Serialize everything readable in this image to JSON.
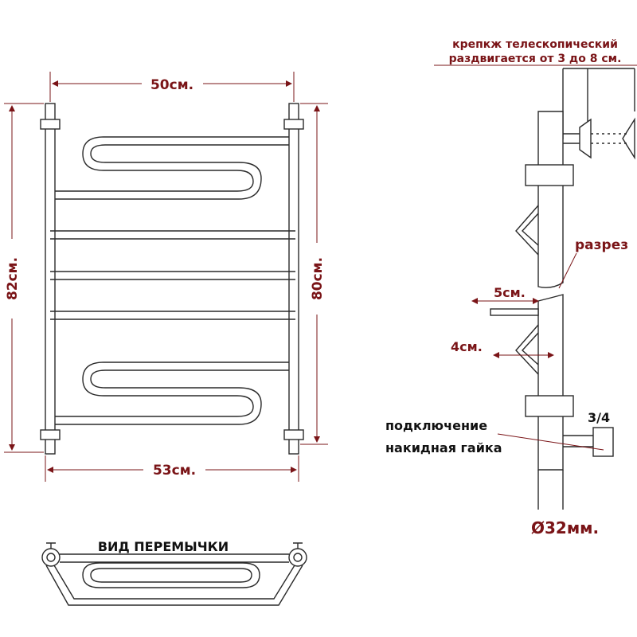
{
  "front_view": {
    "width_top": "50см.",
    "width_bottom": "53см.",
    "height_left": "82см.",
    "height_right": "80см."
  },
  "side_view": {
    "mount_text_line1": "крепкж телескопический",
    "mount_text_line2": "раздвигается от 3 до 8 см.",
    "section_label": "разрез",
    "dim_5": "5см.",
    "dim_4": "4см.",
    "connection_line1": "подключение",
    "connection_line2": "накидная гайка",
    "thread": "3/4",
    "diameter": "Ø32мм."
  },
  "jumper_view": {
    "title": "ВИД ПЕРЕМЫЧКИ"
  },
  "colors": {
    "label": "#7a1417",
    "lines": "#2a2a2a"
  }
}
